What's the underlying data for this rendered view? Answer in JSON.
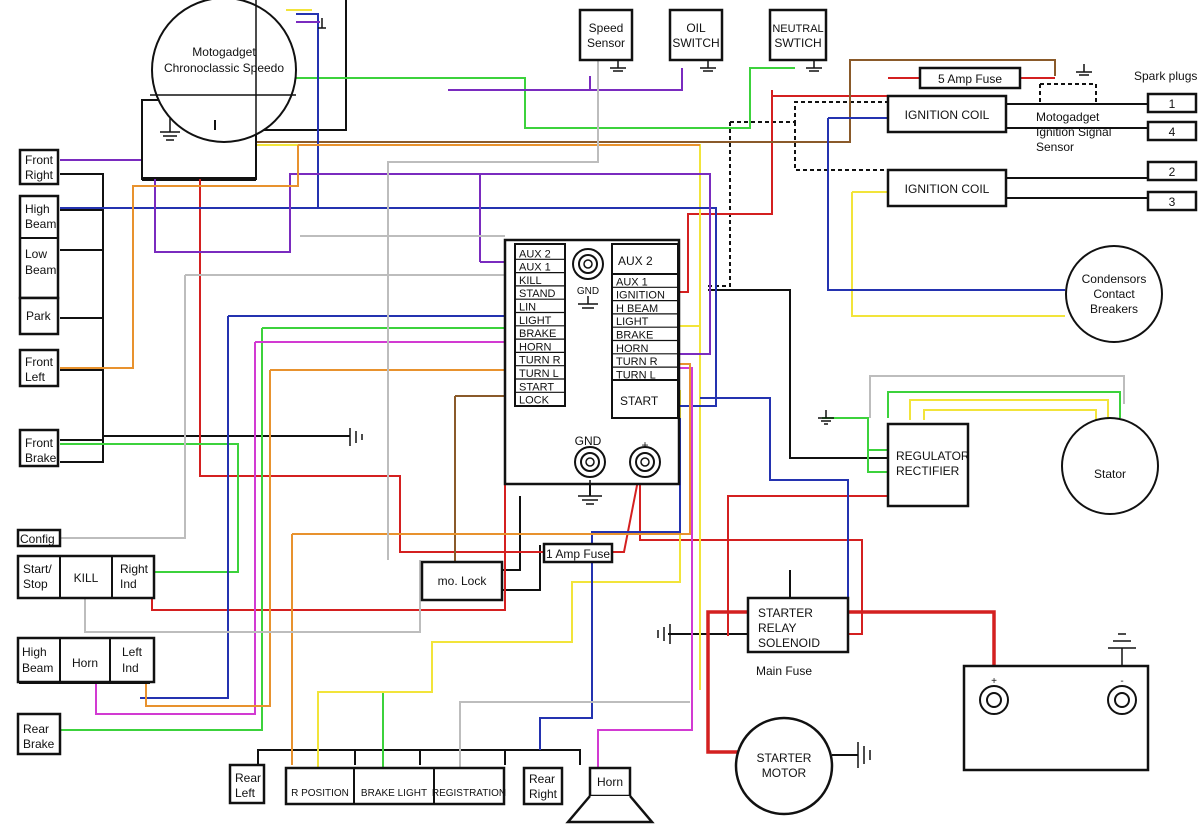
{
  "speedo": {
    "line1": "Motogadget",
    "line2": "Chronoclassic Speedo"
  },
  "sensors": {
    "speed": [
      "Speed",
      "Sensor"
    ],
    "oil": [
      "OIL",
      "SWITCH"
    ],
    "neutral": [
      "NEUTRAL",
      "SWTICH"
    ]
  },
  "left_switches": {
    "front_right": [
      "Front",
      "Right"
    ],
    "high_beam": [
      "High",
      "Beam"
    ],
    "low_beam": [
      "Low",
      "Beam"
    ],
    "park": "Park",
    "front_left": [
      "Front",
      "Left"
    ],
    "front_brake": [
      "Front",
      "Brake"
    ],
    "config": "Config",
    "start_stop": [
      "Start/",
      "Stop"
    ],
    "kill": "KILL",
    "right_ind": [
      "Right",
      "Ind"
    ],
    "high_beam_2": [
      "High",
      "Beam"
    ],
    "horn": "Horn",
    "left_ind": [
      "Left",
      "Ind"
    ],
    "rear_brake": [
      "Rear",
      "Brake"
    ]
  },
  "mcontrol": {
    "left_pins": [
      "AUX 2",
      "AUX 1",
      "KILL",
      "STAND",
      "LIN",
      "LIGHT",
      "BRAKE",
      "HORN",
      "TURN R",
      "TURN L",
      "START",
      "LOCK"
    ],
    "right_pins": [
      "AUX 2",
      "AUX 1",
      "IGNITION",
      "H BEAM",
      "LIGHT",
      "BRAKE",
      "HORN",
      "TURN R",
      "TURN L",
      "START"
    ],
    "gnd_top": "GND",
    "gnd_bottom": "GND",
    "plus": "+"
  },
  "ignition": {
    "fuse5": "5 Amp Fuse",
    "coil1": "IGNITION COIL",
    "coil2": "IGNITION COIL",
    "sensor": [
      "Motogadget",
      "Ignition Signal",
      "Sensor"
    ],
    "spark_title": "Spark plugs",
    "plugs": [
      "1",
      "4",
      "2",
      "3"
    ],
    "condensors": [
      "Condensors",
      "Contact",
      "Breakers"
    ]
  },
  "charging": {
    "regulator": [
      "REGULATOR",
      "RECTIFIER"
    ],
    "stator": "Stator"
  },
  "lower": {
    "fuse1": "1 Amp Fuse",
    "mo_lock": "mo. Lock",
    "starter_relay": [
      "STARTER",
      "RELAY",
      "SOLENOID"
    ],
    "main_fuse": "Main Fuse",
    "starter_motor": [
      "STARTER",
      "MOTOR"
    ],
    "battery_plus": "+",
    "battery_minus": "-"
  },
  "rear": {
    "rear_left": [
      "Rear",
      "Left"
    ],
    "r_position": "R POSITION",
    "brake_light": "BRAKE LIGHT",
    "registration": "REGISTRATION",
    "rear_right": [
      "Rear",
      "Right"
    ],
    "horn": "Horn"
  },
  "colors": {
    "black": "#111111",
    "red": "#d42020",
    "green": "#3cd23c",
    "yellow": "#f2e43a",
    "blue": "#2433b0",
    "purple": "#7a2bbf",
    "magenta": "#d23ad2",
    "orange": "#e8922e",
    "brown": "#8a5a2a",
    "grey": "#bdbdbd"
  }
}
